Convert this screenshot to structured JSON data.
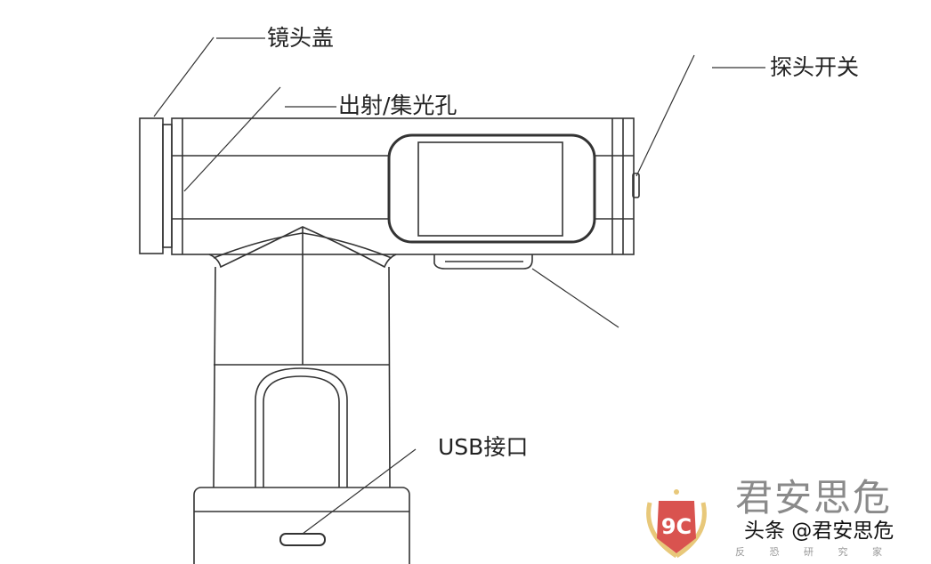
{
  "labels": {
    "lens_cap": "镜头盖",
    "aperture": "出射/集光孔",
    "probe_switch": "探头开关",
    "usb_port": "USB接口"
  },
  "logo": {
    "text": "君安思危",
    "badge": "9C",
    "subtitle": "反 恐 研 究 家"
  },
  "watermark": "头条 @君安思危",
  "colors": {
    "line": "#333333",
    "badge": "#d9534f",
    "gold": "#e8c87a"
  }
}
